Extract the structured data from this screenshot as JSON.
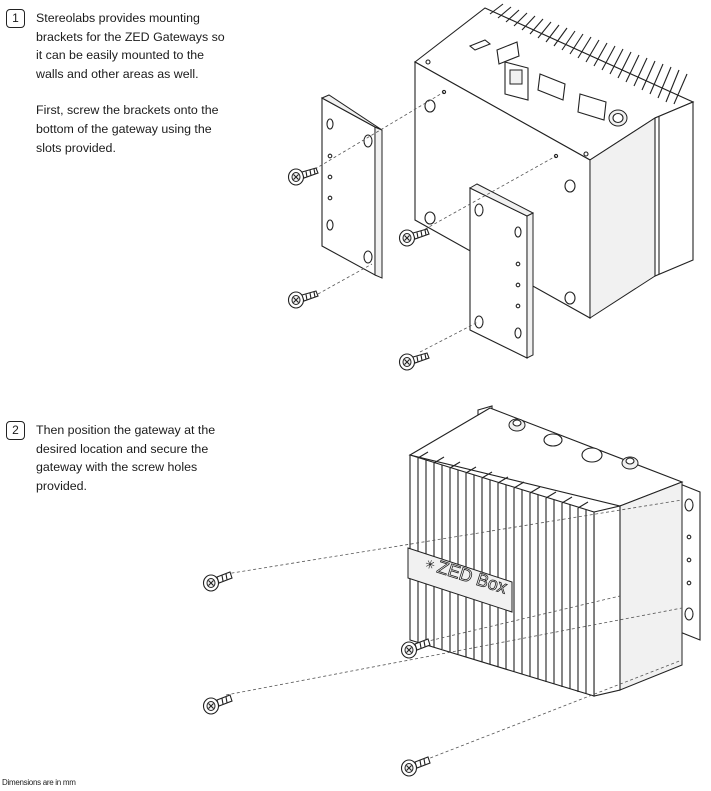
{
  "steps": [
    {
      "number": "1",
      "paragraphs": [
        "Stereolabs provides mounting brackets for the ZED Gateways so it can be easily mounted to the walls and other areas as well.",
        "First, screw the brackets onto the bottom of the gateway using the slots provided."
      ]
    },
    {
      "number": "2",
      "paragraphs": [
        "Then position the gateway at the desired location and secure the gateway with the screw holes provided."
      ]
    }
  ],
  "device_label": "ZED Box",
  "footnote": "Dimensions are in mm",
  "colors": {
    "ink": "#222222",
    "face": "#ffffff",
    "shade": "#f1f1f1"
  }
}
